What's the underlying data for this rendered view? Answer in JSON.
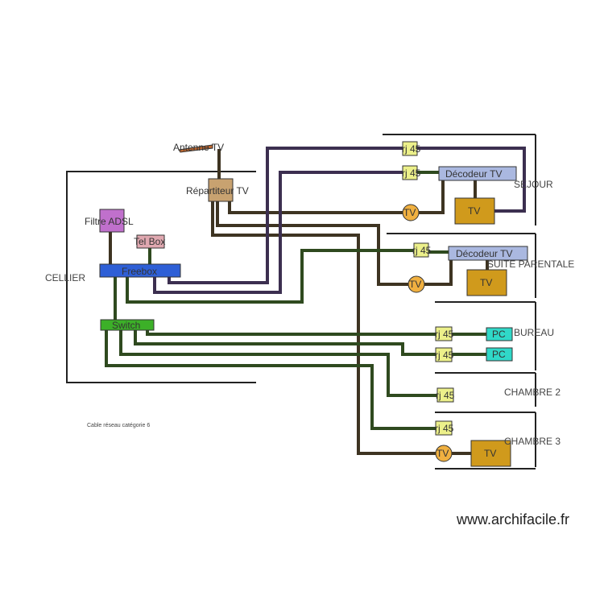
{
  "equipment": {
    "antenne": "Antenne TV",
    "repartiteur": "Répartiteur TV",
    "filtre": "Filtre ADSL",
    "telbox": "Tel Box",
    "freebox": "Freebox",
    "switch": "Switch",
    "rj45": "rj 45",
    "tv_socket": "TV",
    "decodeur": "Décodeur TV",
    "tv": "TV",
    "pc": "PC"
  },
  "rooms": {
    "cellier": "CELLIER",
    "sejour": "SEJOUR",
    "suite": "SUITE PARENTALE",
    "bureau": "BUREAU",
    "chambre2": "CHAMBRE 2",
    "chambre3": "CHAMBRE 3"
  },
  "legend": "Cable réseau catégorie 6",
  "watermark": "www.archifacile.fr",
  "colors": {
    "wire_purple": "#3c2f50",
    "wire_green": "#2f4a1f",
    "wire_brown": "#3e3422",
    "freebox": "#2e5fd6",
    "switch": "#3cb028",
    "filtre": "#c070cc",
    "telbox": "#e0a8b0",
    "repartiteur": "#c8a270",
    "rj45": "#ecf08a",
    "tv_socket": "#f0b040",
    "decodeur": "#aab8e0",
    "tv": "#d09a1c",
    "pc": "#30d8c8"
  }
}
